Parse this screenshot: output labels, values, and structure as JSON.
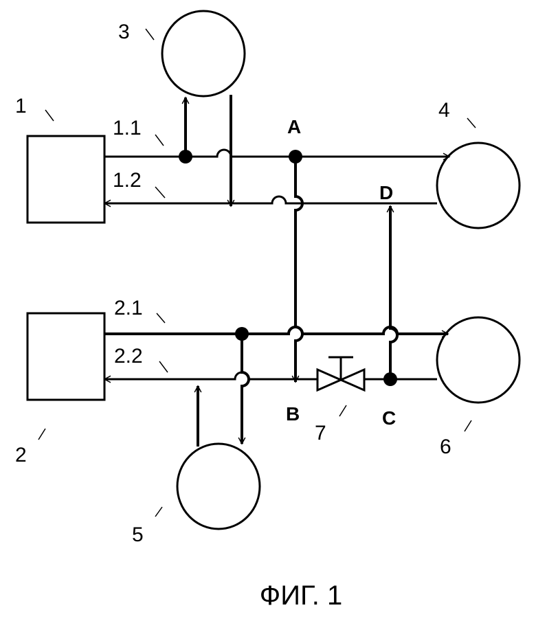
{
  "labels": {
    "n1": "1",
    "n2": "2",
    "n3": "3",
    "n4": "4",
    "n5": "5",
    "n6": "6",
    "n7": "7",
    "line_1_1": "1.1",
    "line_1_2": "1.2",
    "line_2_1": "2.1",
    "line_2_2": "2.2"
  },
  "points": {
    "A": "A",
    "B": "B",
    "C": "C",
    "D": "D"
  },
  "caption": "ФИГ. 1"
}
